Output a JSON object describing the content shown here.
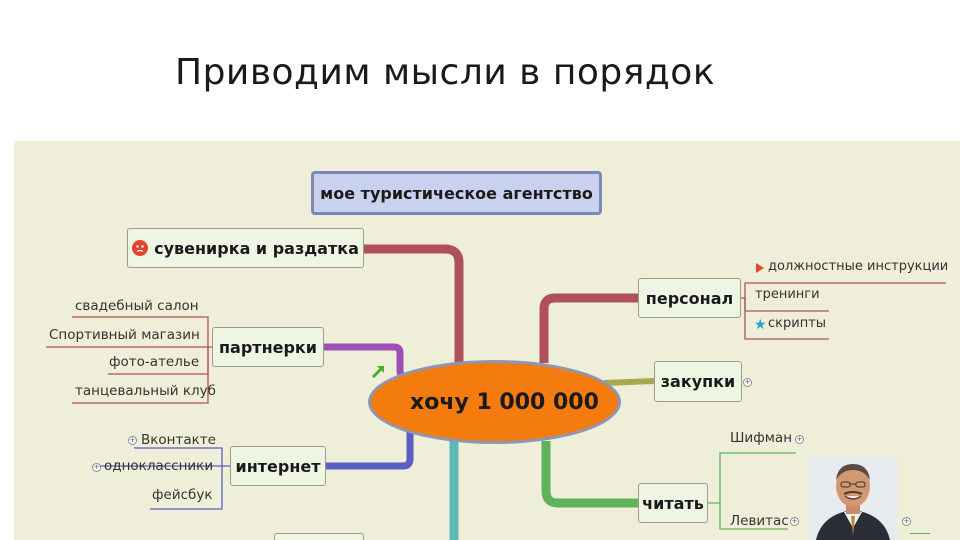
{
  "title": "Приводим мысли в порядок",
  "central": "хочу 1 000 000",
  "root": "мое туристическое агентство",
  "topics": {
    "suvenirka": "сувенирка и раздатка",
    "partnerki": "партнерки",
    "internet": "интернет",
    "personal": "персонал",
    "zakupki": "закупки",
    "chitat": "читать"
  },
  "partnerki_items": [
    "свадебный салон",
    "Спортивный магазин",
    "фото-ателье",
    "танцевальный клуб"
  ],
  "internet_items": [
    "Вконтакте",
    "одноклассники",
    "фейсбук"
  ],
  "personal_items": [
    "должностные инструкции",
    "тренинги",
    "скрипты"
  ],
  "chitat_items": [
    "Шифман",
    "Левитас"
  ],
  "icons": {
    "suvenirka": "angry-face-icon",
    "central": "green-arrow-icon",
    "instructions": "red-flag-icon",
    "scripts": "star-icon",
    "photo": "person-portrait"
  },
  "colors": {
    "background": "#efefd9",
    "central_fill": "#f47c0e",
    "branch_red": "#b0515a",
    "branch_purple": "#9b4fb7",
    "branch_blue": "#5a5ec4",
    "branch_teal": "#5fb9b9",
    "branch_olive": "#a8a94f",
    "branch_green": "#5fb35a"
  }
}
